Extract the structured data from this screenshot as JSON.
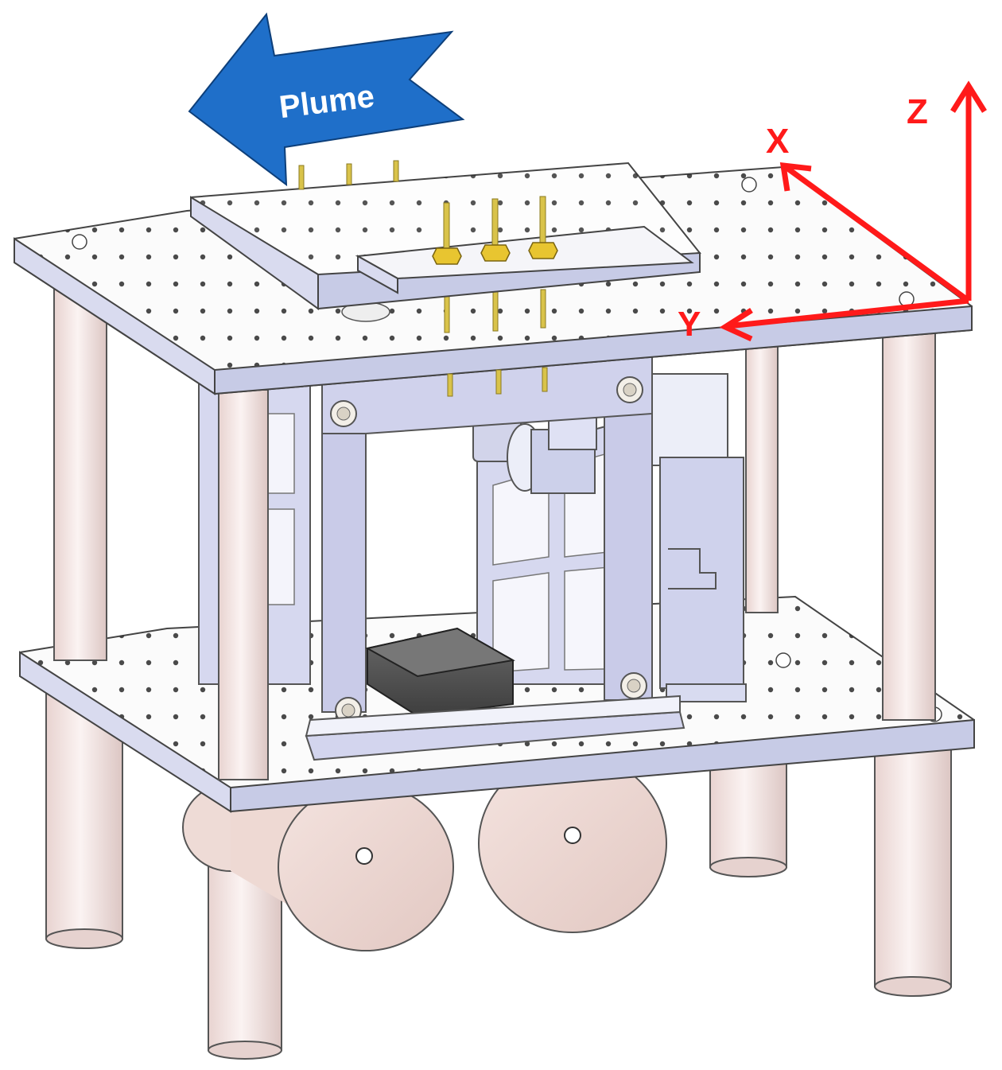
{
  "figure": {
    "flow_arrow": {
      "label": "Plume",
      "color": "#1f6fc9"
    },
    "axes": {
      "color": "#ff1a1a",
      "x_label": "X",
      "y_label": "Y",
      "z_label": "Z"
    },
    "palette": {
      "plate_top": "#fafafa",
      "plate_edge": "#c7cbe6",
      "frame": "#c9cbe8",
      "pillar": "#f2e3e1",
      "cylinder": "#f0d8d3",
      "block": "#4a4a4a",
      "pin": "#d9c34a"
    }
  }
}
